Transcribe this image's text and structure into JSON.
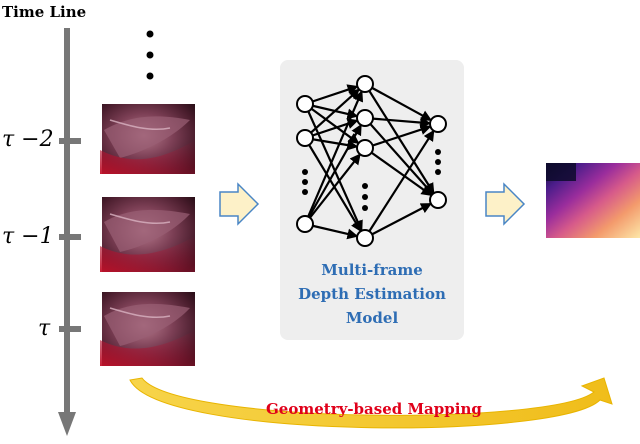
{
  "title": "Time Line",
  "ticks": [
    {
      "label": "τ −2"
    },
    {
      "label": "τ −1"
    },
    {
      "label": "τ"
    }
  ],
  "model": {
    "label_lines": [
      "Multi-frame",
      "Depth Estimation",
      "Model"
    ]
  },
  "mapping_label": "Geometry-based Mapping",
  "colors": {
    "timeline": "#777777",
    "model_box": "#eeeeee",
    "model_text": "#2e6db4",
    "mapping_text": "#e0001a",
    "flow_arrow_fill": "#fdf1c8",
    "flow_arrow_stroke": "#4a86c5",
    "curve_arrow": "#f1c21b"
  }
}
